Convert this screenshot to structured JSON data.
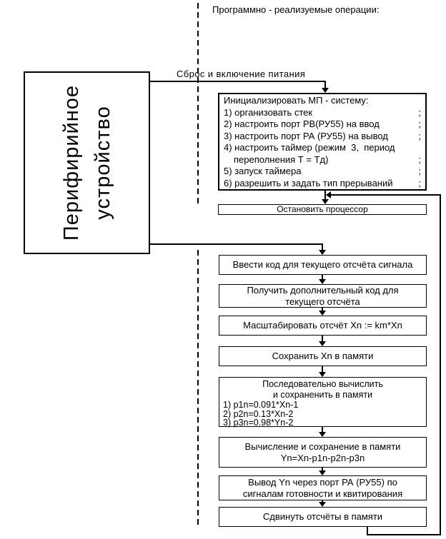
{
  "colors": {
    "ink": "#000000",
    "background": "#ffffff"
  },
  "header": {
    "title": "Программно - реализуемые операции:"
  },
  "peripheral": {
    "label_line1": "Перифирийное",
    "label_line2": "устройство"
  },
  "annotations": {
    "reset_label": "Сброс и включение питания"
  },
  "init_box": {
    "title": "Инициализировать МП - систему:",
    "lines": [
      {
        "text": "1) организовать стек",
        "end": ";"
      },
      {
        "text": "2) настроить порт РВ(РУ55) на ввод",
        "end": ";"
      },
      {
        "text": "3) настроить порт РА (РУ55) на вывод",
        "end": ";"
      },
      {
        "text": "4) настроить таймер (режим  3,  период",
        "end": ""
      },
      {
        "text": "переполнения Т = Тд)",
        "end": ";"
      },
      {
        "text": "5) запуск таймера",
        "end": ";"
      },
      {
        "text": "6) разрешить и задать тип прерываний",
        "end": ";"
      }
    ]
  },
  "halt_box": {
    "text": "Остановить процессор"
  },
  "flow_boxes": [
    {
      "lines": [
        "Ввести код  для текущего отсчёта сигнала"
      ]
    },
    {
      "lines": [
        "Получить дополнительный код для",
        "текущего отсчёта"
      ]
    },
    {
      "lines": [
        "Масштабировать отсчёт Xn := km*Xn"
      ]
    },
    {
      "lines": [
        "Сохранить Xn в памяти"
      ]
    },
    {
      "center_lines": [
        "Последовательно вычислить",
        "и сохраненить в памяти"
      ],
      "list_lines": [
        "1) p1n=0.091*Xn-1",
        "2) p2n=0.13*Xn-2",
        "3) p3n=0.98*Yn-2"
      ]
    },
    {
      "lines": [
        "Вычисление и сохранение в памяти",
        "Yn=Xn-p1n-p2n-p3n"
      ]
    },
    {
      "lines": [
        "Вывод Yn через порт РА (РУ55) по",
        "сигналам готовности и квитирования"
      ]
    },
    {
      "lines": [
        "Сдвинуть отсчёты в памяти"
      ]
    }
  ]
}
